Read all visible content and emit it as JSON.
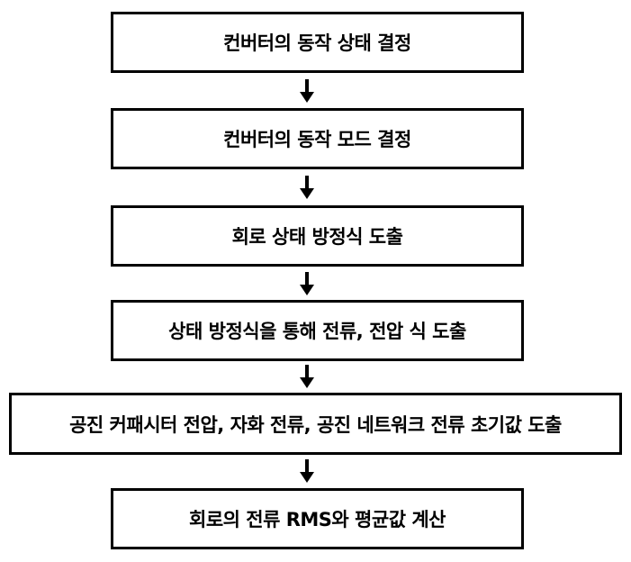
{
  "steps": [
    "컨버터의 동작 상태 결정",
    "컨버터의 동작 모드 결정",
    "회로 상태 방정식 도출",
    "상태 방정식을 통해 전류, 전압 식 도출",
    "공진 커패시터 전압, 자화 전류, 공진 네트워크 전류 초기값 도출",
    "회로의 전류 RMS와 평균값 계산"
  ]
}
